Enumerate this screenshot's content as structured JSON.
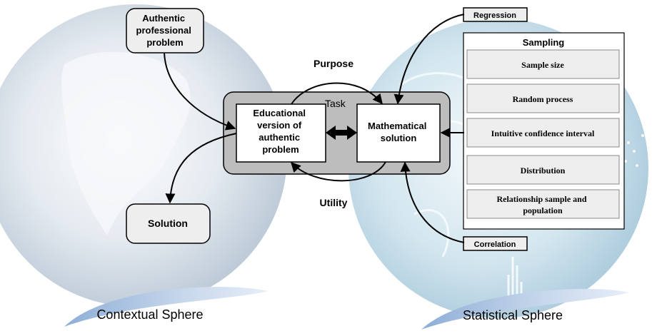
{
  "nodes": {
    "authentic_problem": [
      "Authentic",
      "professional",
      "problem"
    ],
    "solution": "Solution",
    "task": "Task",
    "educational_version": [
      "Educational",
      "version of",
      "authentic",
      "problem"
    ],
    "mathematical_solution": [
      "Mathematical",
      "solution"
    ],
    "regression": "Regression",
    "correlation": "Correlation"
  },
  "edges": {
    "purpose": "Purpose",
    "utility": "Utility"
  },
  "sampling": {
    "title": "Sampling",
    "items": [
      [
        "Sample size"
      ],
      [
        "Random process"
      ],
      [
        "Intuitive confidence interval"
      ],
      [
        "Distribution"
      ],
      [
        "Relationship sample and",
        "population"
      ]
    ]
  },
  "spheres": {
    "contextual": "Contextual Sphere",
    "statistical": "Statistical Sphere"
  },
  "colors": {
    "globe_left": "#dfe6ee",
    "globe_right": "#cfe2ec",
    "task_box": "#bdbdbd",
    "node_fill": "#eeeeee",
    "swoosh": "#b9cde6"
  }
}
